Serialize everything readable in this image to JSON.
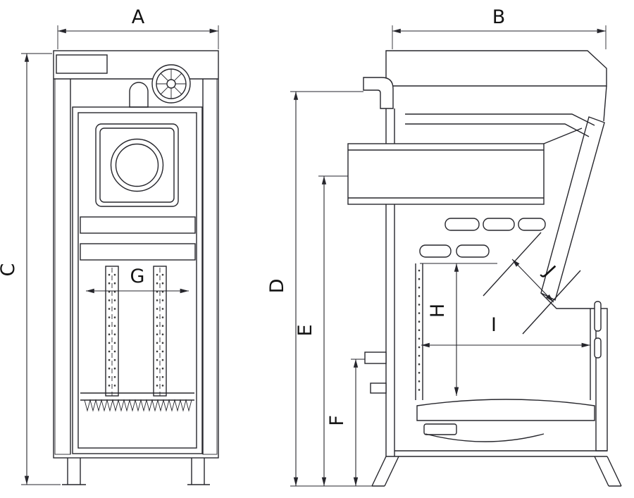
{
  "diagram": {
    "labels": {
      "a": "A",
      "b": "B",
      "c": "C",
      "d": "D",
      "e": "E",
      "f": "F",
      "g": "G",
      "h": "H",
      "i": "I",
      "j": "J"
    }
  }
}
